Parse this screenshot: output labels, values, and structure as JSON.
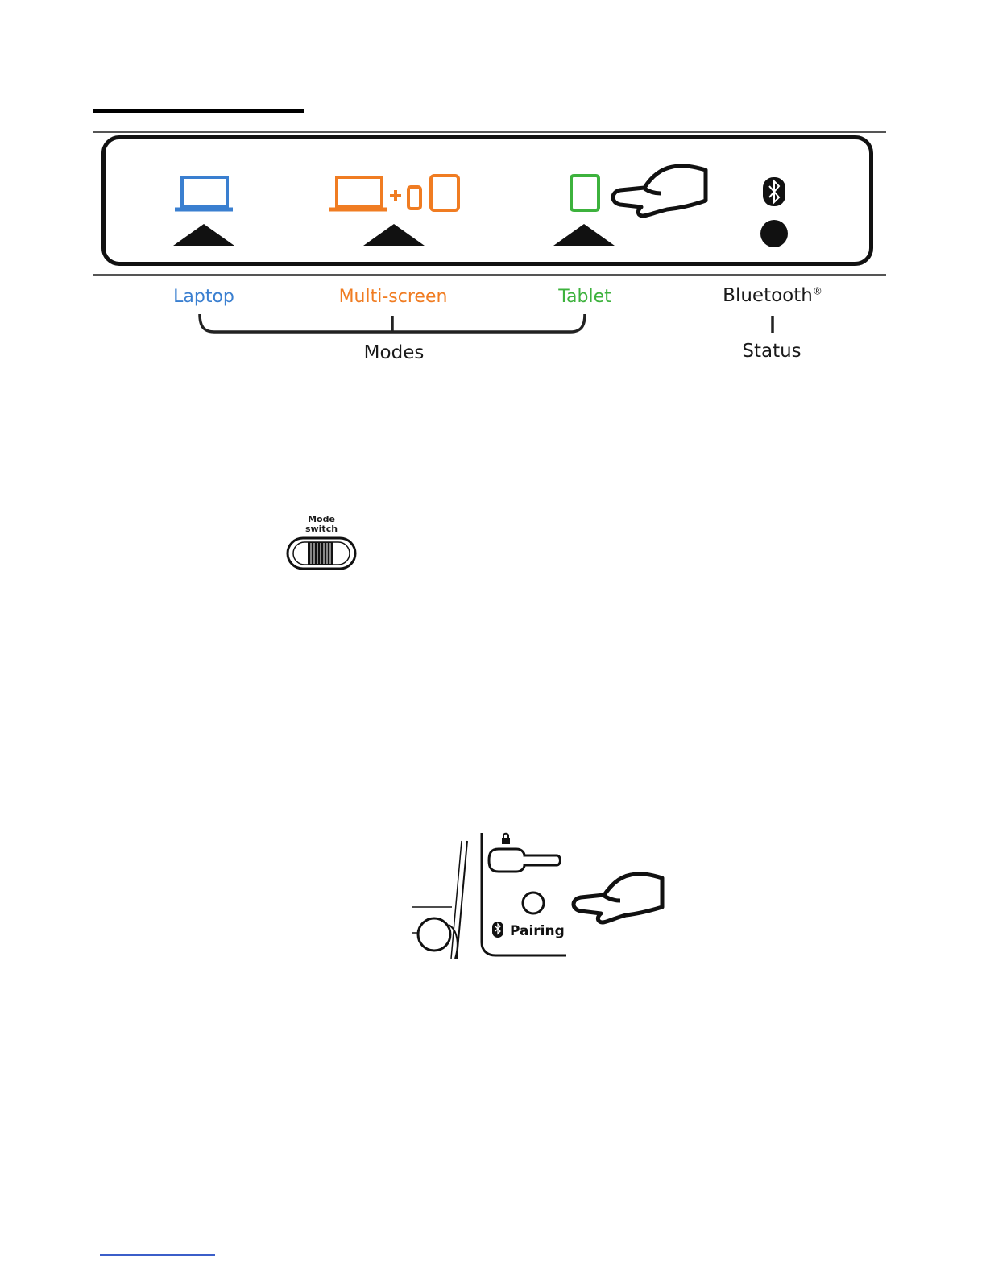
{
  "panel": {
    "bluetooth_symbol": "ᛒ"
  },
  "labels": {
    "laptop": "Laptop",
    "multi_screen": "Multi-screen",
    "tablet": "Tablet",
    "bluetooth": "Bluetooth",
    "bluetooth_mark": "®",
    "modes": "Modes",
    "status": "Status"
  },
  "mode_switch": {
    "title_line1": "Mode",
    "title_line2": "switch"
  },
  "pairing": {
    "label": "Pairing",
    "bluetooth_symbol": "ᛒ"
  },
  "colors": {
    "laptop": "#3a7fd0",
    "multi_screen": "#f07c22",
    "tablet": "#3db23d",
    "ink": "#111111"
  },
  "icons": {
    "laptop": "laptop-icon",
    "multi_screen": "laptop-plus-phone-tablet-icon",
    "tablet": "tablet-icon",
    "pointer": "pointing-hand-icon",
    "bluetooth": "bluetooth-icon",
    "status_led": "status-led-icon",
    "lock": "lock-icon"
  }
}
